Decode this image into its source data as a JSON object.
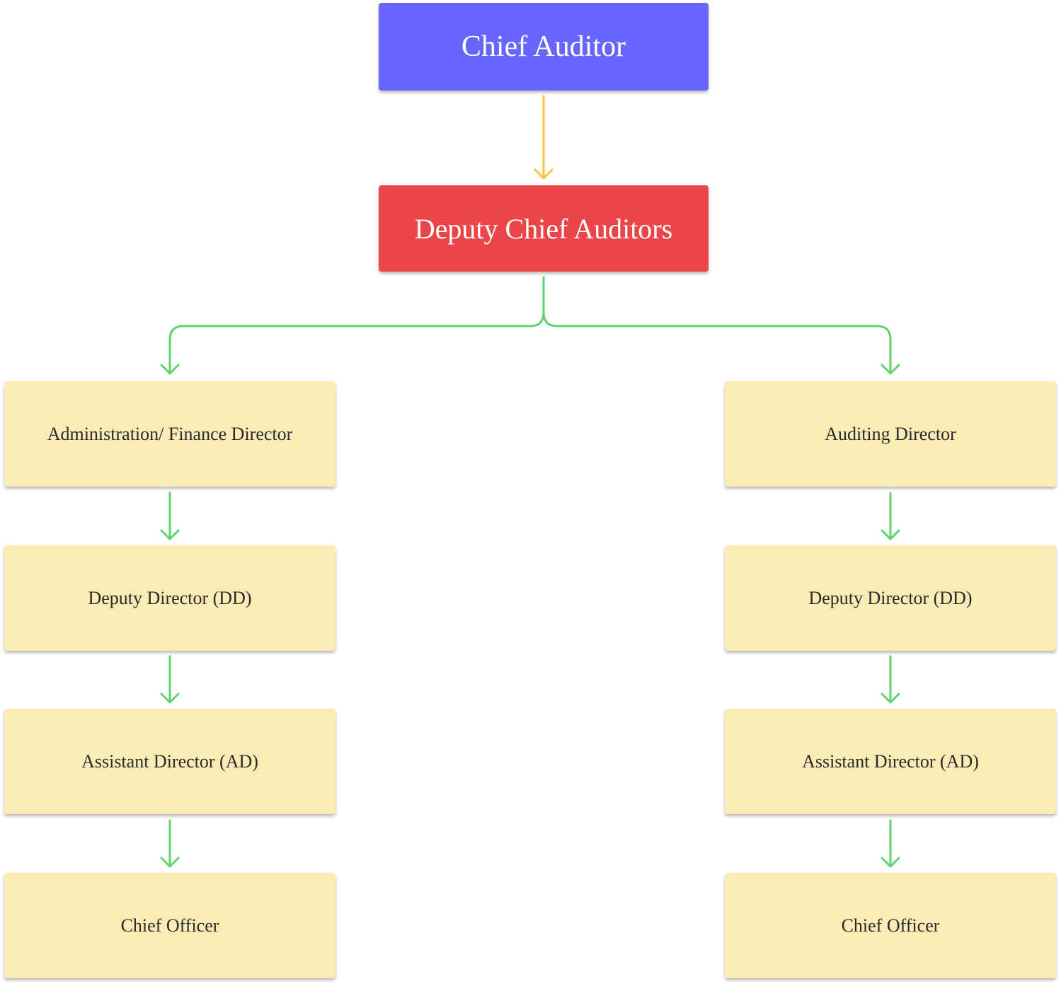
{
  "colors": {
    "root_fill": "#6666ff",
    "deputy_fill": "#eb4548",
    "leaf_fill": "#fbebb5",
    "root_connector": "#f7c23c",
    "branch_connector": "#62d26f"
  },
  "root": {
    "label": "Chief Auditor"
  },
  "deputy": {
    "label": "Deputy Chief Auditors"
  },
  "left_branch": {
    "director": "Administration/ Finance Director",
    "deputy_director": "Deputy Director (DD)",
    "assistant_director": "Assistant Director (AD)",
    "chief_officer": "Chief Officer"
  },
  "right_branch": {
    "director": "Auditing Director",
    "deputy_director": "Deputy Director (DD)",
    "assistant_director": "Assistant Director (AD)",
    "chief_officer": "Chief Officer"
  }
}
